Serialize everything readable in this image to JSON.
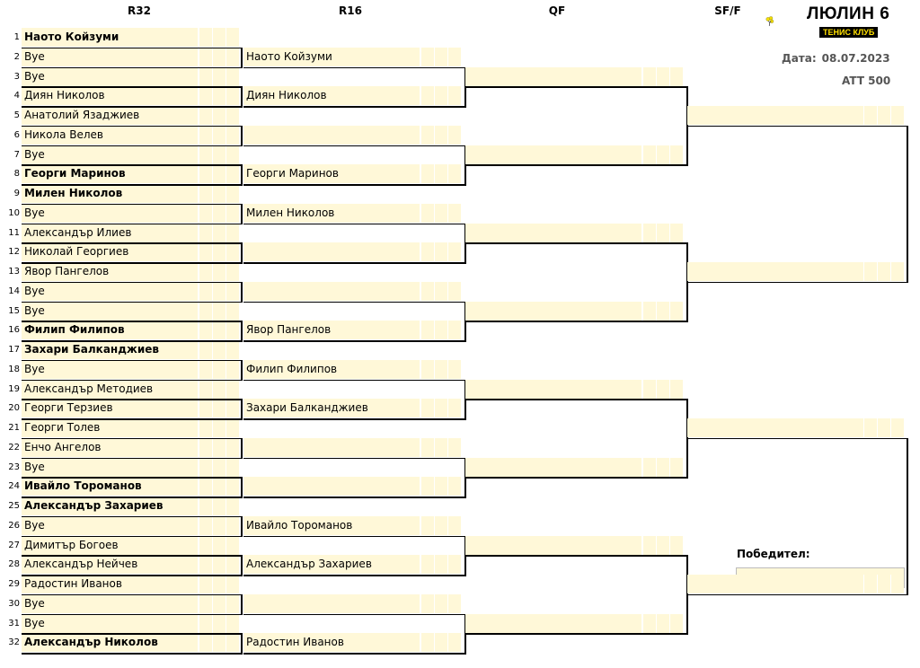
{
  "headers": {
    "r32": "R32",
    "r16": "R16",
    "qf": "QF",
    "sf": "SF/F"
  },
  "logo": {
    "title": "ЛЮЛИН 6",
    "subtitle": "ТЕНИС КЛУБ"
  },
  "info": {
    "date_label": "Дата:",
    "date_value": "08.07.2023",
    "category": "ATT 500"
  },
  "winner_label": "Победител:",
  "r32": [
    {
      "seed": "1",
      "name": "Наото Койзуми",
      "bold": true
    },
    {
      "seed": "2",
      "name": "Bye",
      "bold": false
    },
    {
      "seed": "3",
      "name": "Bye",
      "bold": false
    },
    {
      "seed": "4",
      "name": "Диян Николов",
      "bold": false
    },
    {
      "seed": "5",
      "name": "Анатолий Язаджиев",
      "bold": false
    },
    {
      "seed": "6",
      "name": "Никола Велев",
      "bold": false
    },
    {
      "seed": "7",
      "name": "Bye",
      "bold": false
    },
    {
      "seed": "8",
      "name": "Георги Маринов",
      "bold": true
    },
    {
      "seed": "9",
      "name": "Милен Николов",
      "bold": true
    },
    {
      "seed": "10",
      "name": "Bye",
      "bold": false
    },
    {
      "seed": "11",
      "name": "Александър Илиев",
      "bold": false
    },
    {
      "seed": "12",
      "name": "Николай Георгиев",
      "bold": false
    },
    {
      "seed": "13",
      "name": "Явор Пангелов",
      "bold": false
    },
    {
      "seed": "14",
      "name": "Bye",
      "bold": false
    },
    {
      "seed": "15",
      "name": "Bye",
      "bold": false
    },
    {
      "seed": "16",
      "name": "Филип Филипов",
      "bold": true
    },
    {
      "seed": "17",
      "name": "Захари Балканджиев",
      "bold": true
    },
    {
      "seed": "18",
      "name": "Bye",
      "bold": false
    },
    {
      "seed": "19",
      "name": "Александър Методиев",
      "bold": false
    },
    {
      "seed": "20",
      "name": "Георги Терзиев",
      "bold": false
    },
    {
      "seed": "21",
      "name": "Георги Толев",
      "bold": false
    },
    {
      "seed": "22",
      "name": "Енчо Ангелов",
      "bold": false
    },
    {
      "seed": "23",
      "name": "Bye",
      "bold": false
    },
    {
      "seed": "24",
      "name": "Ивайло Тороманов",
      "bold": true
    },
    {
      "seed": "25",
      "name": "Александър Захариев",
      "bold": true
    },
    {
      "seed": "26",
      "name": "Bye",
      "bold": false
    },
    {
      "seed": "27",
      "name": "Димитър Богоев",
      "bold": false
    },
    {
      "seed": "28",
      "name": "Александър Нейчев",
      "bold": false
    },
    {
      "seed": "29",
      "name": "Радостин Иванов",
      "bold": false
    },
    {
      "seed": "30",
      "name": "Bye",
      "bold": false
    },
    {
      "seed": "31",
      "name": "Bye",
      "bold": false
    },
    {
      "seed": "32",
      "name": "Александър Николов",
      "bold": true
    }
  ],
  "r16": [
    "Наото Койзуми",
    "Диян Николов",
    "",
    "Георги Маринов",
    "Милен Николов",
    "",
    "",
    "Явор Пангелов",
    "Филип Филипов",
    "Захари Балканджиев",
    "",
    "",
    "Ивайло Тороманов",
    "Александър Захариев",
    "",
    "Радостин Иванов",
    "Александър Николов"
  ],
  "qf": [
    "",
    "",
    "",
    "",
    "",
    "",
    "",
    ""
  ],
  "sf": [
    "",
    "",
    "",
    ""
  ]
}
